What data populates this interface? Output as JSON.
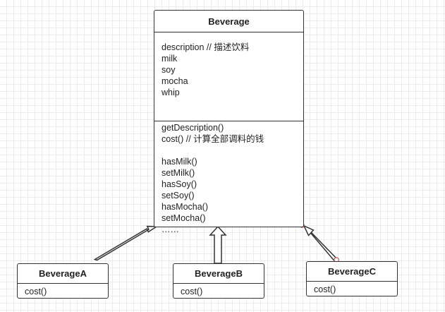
{
  "beverage": {
    "name": "Beverage",
    "fields": [
      "description // 描述饮料",
      "milk",
      "soy",
      "mocha",
      "whip"
    ],
    "methods_a": [
      "getDescription()",
      "cost() // 计算全部调料的钱"
    ],
    "methods_b": [
      "hasMilk()",
      "setMilk()",
      "hasSoy()",
      "setSoy()",
      "hasMocha()",
      "setMocha()",
      "……"
    ]
  },
  "subclasses": [
    {
      "name": "BeverageA",
      "method": "cost()"
    },
    {
      "name": "BeverageB",
      "method": "cost()"
    },
    {
      "name": "BeverageC",
      "method": "cost()"
    }
  ],
  "colors": {
    "line": "#333333",
    "grid": "#ebebeb",
    "handle": "#c0504d"
  }
}
